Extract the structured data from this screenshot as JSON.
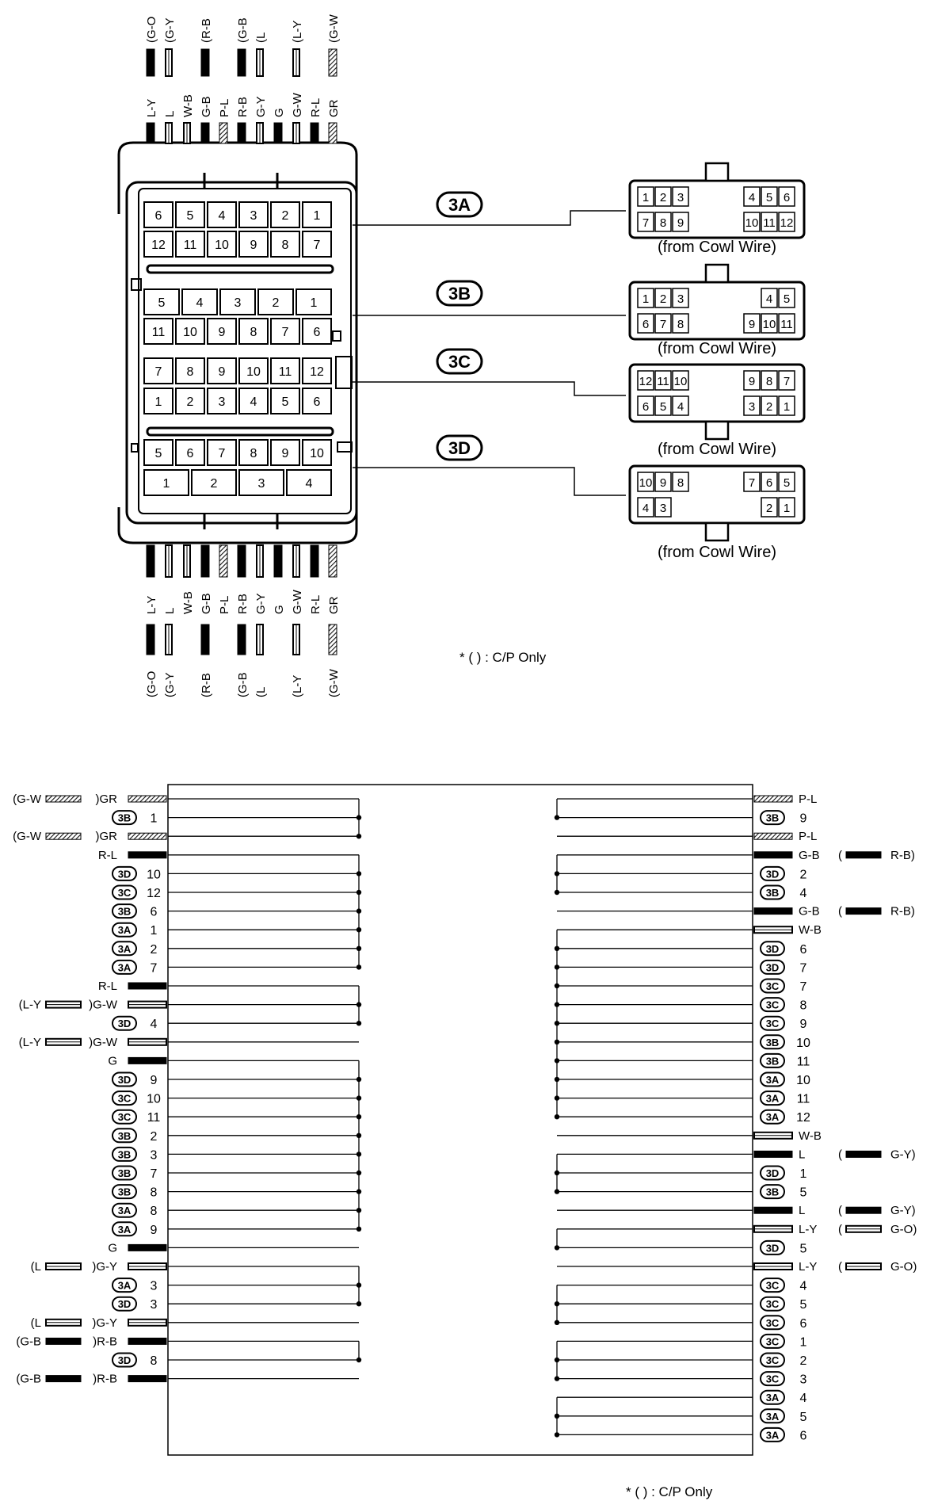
{
  "top_wires": [
    {
      "label": "L-Y",
      "cp": "G-O",
      "fill": "solid"
    },
    {
      "label": "L",
      "cp": "G-Y",
      "fill": "open"
    },
    {
      "label": "W-B",
      "cp": "",
      "fill": "open"
    },
    {
      "label": "G-B",
      "cp": "R-B",
      "fill": "solid"
    },
    {
      "label": "P-L",
      "cp": "",
      "fill": "hatch"
    },
    {
      "label": "R-B",
      "cp": "G-B",
      "fill": "solid"
    },
    {
      "label": "G-Y",
      "cp": "L",
      "fill": "open"
    },
    {
      "label": "G",
      "cp": "",
      "fill": "solid"
    },
    {
      "label": "G-W",
      "cp": "L-Y",
      "fill": "open"
    },
    {
      "label": "R-L",
      "cp": "",
      "fill": "solid"
    },
    {
      "label": "GR",
      "cp": "G-W",
      "fill": "hatch"
    }
  ],
  "bottom_wires": [
    {
      "label": "L-Y",
      "cp": "G-O",
      "fill": "solid"
    },
    {
      "label": "L",
      "cp": "G-Y",
      "fill": "open"
    },
    {
      "label": "W-B",
      "cp": "",
      "fill": "open"
    },
    {
      "label": "G-B",
      "cp": "R-B",
      "fill": "solid"
    },
    {
      "label": "P-L",
      "cp": "",
      "fill": "hatch"
    },
    {
      "label": "R-B",
      "cp": "G-B",
      "fill": "solid"
    },
    {
      "label": "G-Y",
      "cp": "L",
      "fill": "open"
    },
    {
      "label": "G",
      "cp": "",
      "fill": "solid"
    },
    {
      "label": "G-W",
      "cp": "L-Y",
      "fill": "open"
    },
    {
      "label": "R-L",
      "cp": "",
      "fill": "solid"
    },
    {
      "label": "GR",
      "cp": "G-W",
      "fill": "hatch"
    }
  ],
  "block_rows": [
    [
      "6",
      "5",
      "4",
      "3",
      "2",
      "1"
    ],
    [
      "12",
      "11",
      "10",
      "9",
      "8",
      "7"
    ],
    [
      "5",
      "4",
      "3",
      "2",
      "1"
    ],
    [
      "11",
      "10",
      "9",
      "8",
      "7",
      "6"
    ],
    [
      "7",
      "8",
      "9",
      "10",
      "11",
      "12"
    ],
    [
      "1",
      "2",
      "3",
      "4",
      "5",
      "6"
    ],
    [
      "5",
      "6",
      "7",
      "8",
      "9",
      "10"
    ],
    [
      "1",
      "2",
      "3",
      "4"
    ]
  ],
  "connectors": [
    {
      "id": "3A",
      "top": [
        "1",
        "2",
        "3",
        "4",
        "5",
        "6"
      ],
      "bottom": [
        "7",
        "8",
        "9",
        "10",
        "11",
        "12"
      ],
      "note": "(from Cowl Wire)"
    },
    {
      "id": "3B",
      "top": [
        "1",
        "2",
        "3",
        "4",
        "5"
      ],
      "bottom": [
        "6",
        "7",
        "8",
        "9",
        "10",
        "11"
      ],
      "note": "(from Cowl Wire)"
    },
    {
      "id": "3C",
      "top": [
        "12",
        "11",
        "10",
        "9",
        "8",
        "7"
      ],
      "bottom": [
        "6",
        "5",
        "4",
        "3",
        "2",
        "1"
      ],
      "note": "(from Cowl Wire)"
    },
    {
      "id": "3D",
      "top": [
        "10",
        "9",
        "8",
        "7",
        "6",
        "5"
      ],
      "bottom": [
        "4",
        "3",
        "2",
        "1"
      ],
      "note": "(from Cowl Wire)"
    }
  ],
  "footnote_top": "* (    ) : C/P Only",
  "footnote_bottom": "* (    ) : C/P Only",
  "left_rows": [
    {
      "wire": "GR",
      "cp": "G-W",
      "fill": "hatch"
    },
    {
      "conn": "3B",
      "pin": "1"
    },
    {
      "wire": "GR",
      "cp": "G-W",
      "fill": "hatch"
    },
    {
      "wire": "R-L",
      "fill": "solid"
    },
    {
      "conn": "3D",
      "pin": "10"
    },
    {
      "conn": "3C",
      "pin": "12"
    },
    {
      "conn": "3B",
      "pin": "6"
    },
    {
      "conn": "3A",
      "pin": "1"
    },
    {
      "conn": "3A",
      "pin": "2"
    },
    {
      "conn": "3A",
      "pin": "7"
    },
    {
      "wire": "R-L",
      "fill": "solid"
    },
    {
      "wire": "G-W",
      "cp": "L-Y",
      "fill": "open"
    },
    {
      "conn": "3D",
      "pin": "4"
    },
    {
      "wire": "G-W",
      "cp": "L-Y",
      "fill": "open"
    },
    {
      "wire": "G",
      "fill": "solid"
    },
    {
      "conn": "3D",
      "pin": "9"
    },
    {
      "conn": "3C",
      "pin": "10"
    },
    {
      "conn": "3C",
      "pin": "11"
    },
    {
      "conn": "3B",
      "pin": "2"
    },
    {
      "conn": "3B",
      "pin": "3"
    },
    {
      "conn": "3B",
      "pin": "7"
    },
    {
      "conn": "3B",
      "pin": "8"
    },
    {
      "conn": "3A",
      "pin": "8"
    },
    {
      "conn": "3A",
      "pin": "9"
    },
    {
      "wire": "G",
      "fill": "solid"
    },
    {
      "wire": "G-Y",
      "cp": "L",
      "fill": "open"
    },
    {
      "conn": "3A",
      "pin": "3"
    },
    {
      "conn": "3D",
      "pin": "3"
    },
    {
      "wire": "G-Y",
      "cp": "L",
      "fill": "open"
    },
    {
      "wire": "R-B",
      "cp": "G-B",
      "fill": "solid"
    },
    {
      "conn": "3D",
      "pin": "8"
    },
    {
      "wire": "R-B",
      "cp": "G-B",
      "fill": "solid"
    }
  ],
  "right_rows": [
    {
      "wire": "P-L",
      "fill": "hatch"
    },
    {
      "conn": "3B",
      "pin": "9"
    },
    {
      "wire": "P-L",
      "fill": "hatch"
    },
    {
      "wire": "G-B",
      "cp": "R-B",
      "fill": "solid"
    },
    {
      "conn": "3D",
      "pin": "2"
    },
    {
      "conn": "3B",
      "pin": "4"
    },
    {
      "wire": "G-B",
      "cp": "R-B",
      "fill": "solid"
    },
    {
      "wire": "W-B",
      "fill": "open"
    },
    {
      "conn": "3D",
      "pin": "6"
    },
    {
      "conn": "3D",
      "pin": "7"
    },
    {
      "conn": "3C",
      "pin": "7"
    },
    {
      "conn": "3C",
      "pin": "8"
    },
    {
      "conn": "3C",
      "pin": "9"
    },
    {
      "conn": "3B",
      "pin": "10"
    },
    {
      "conn": "3B",
      "pin": "11"
    },
    {
      "conn": "3A",
      "pin": "10"
    },
    {
      "conn": "3A",
      "pin": "11"
    },
    {
      "conn": "3A",
      "pin": "12"
    },
    {
      "wire": "W-B",
      "fill": "open"
    },
    {
      "wire": "L",
      "cp": "G-Y",
      "fill": "solid"
    },
    {
      "conn": "3D",
      "pin": "1"
    },
    {
      "conn": "3B",
      "pin": "5"
    },
    {
      "wire": "L",
      "cp": "G-Y",
      "fill": "solid"
    },
    {
      "wire": "L-Y",
      "cp": "G-O",
      "fill": "open"
    },
    {
      "conn": "3D",
      "pin": "5"
    },
    {
      "wire": "L-Y",
      "cp": "G-O",
      "fill": "open"
    },
    {
      "conn": "3C",
      "pin": "4"
    },
    {
      "conn": "3C",
      "pin": "5"
    },
    {
      "conn": "3C",
      "pin": "6"
    },
    {
      "conn": "3C",
      "pin": "1"
    },
    {
      "conn": "3C",
      "pin": "2"
    },
    {
      "conn": "3C",
      "pin": "3"
    },
    {
      "conn": "3A",
      "pin": "4"
    },
    {
      "conn": "3A",
      "pin": "5"
    },
    {
      "conn": "3A",
      "pin": "6"
    }
  ],
  "left_groups": [
    [
      0,
      3
    ],
    [
      3,
      10
    ],
    [
      10,
      13
    ],
    [
      13,
      14
    ],
    [
      14,
      24
    ],
    [
      24,
      25
    ],
    [
      25,
      28
    ],
    [
      28,
      29
    ],
    [
      29,
      31
    ],
    [
      31,
      32
    ]
  ],
  "right_groups": [
    [
      0,
      2
    ],
    [
      2,
      3
    ],
    [
      3,
      6
    ],
    [
      6,
      7
    ],
    [
      7,
      18
    ],
    [
      18,
      19
    ],
    [
      19,
      22
    ],
    [
      22,
      23
    ],
    [
      23,
      25
    ],
    [
      25,
      26
    ],
    [
      26,
      29
    ],
    [
      29,
      32
    ],
    [
      32,
      35
    ]
  ],
  "colors": {
    "ink": "#000000",
    "paper": "#ffffff",
    "hatch": "#8a8a8a"
  }
}
